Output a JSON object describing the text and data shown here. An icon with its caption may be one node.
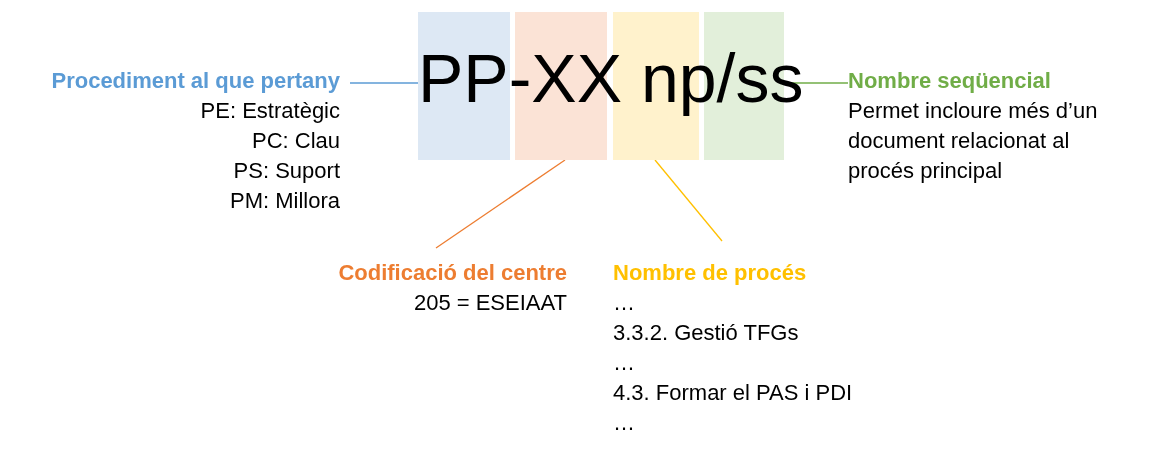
{
  "diagram": {
    "nodes": [
      {
        "text": [],
        "shape": "box"
      },
      {
        "text": [],
        "shape": "box"
      },
      {
        "text": [],
        "shape": "box"
      },
      {
        "text": [],
        "shape": "box"
      },
      {
        "text": [
          "Procediment al que pertany",
          "PE: Estratègic",
          "PC: Clau",
          "PS: Suport",
          "PM: Millora"
        ]
      },
      {
        "text": [
          "Codificació del centre",
          "205 = ESEIAAT"
        ]
      },
      {
        "text": [
          "Nombre de procés",
          "…",
          "3.3.2. Gestió TFGs",
          "…",
          "4.3. Formar el PAS i PDI",
          "…"
        ]
      },
      {
        "text": [
          "Nombre seqüencial",
          "Permet incloure més d’un document relacionat al procés principal"
        ]
      }
    ],
    "edges": [
      {
        "from": 4,
        "to": 0,
        "arrow": "none",
        "color": "#5b9bd5"
      },
      {
        "from": 5,
        "to": 1,
        "arrow": "none",
        "color": "#ed7d31"
      },
      {
        "from": 6,
        "to": 2,
        "arrow": "none",
        "color": "#ffc000"
      },
      {
        "from": 7,
        "to": 3,
        "arrow": "none",
        "color": "#70ad47"
      }
    ],
    "labels": [
      "PP-XX np/ss"
    ]
  }
}
